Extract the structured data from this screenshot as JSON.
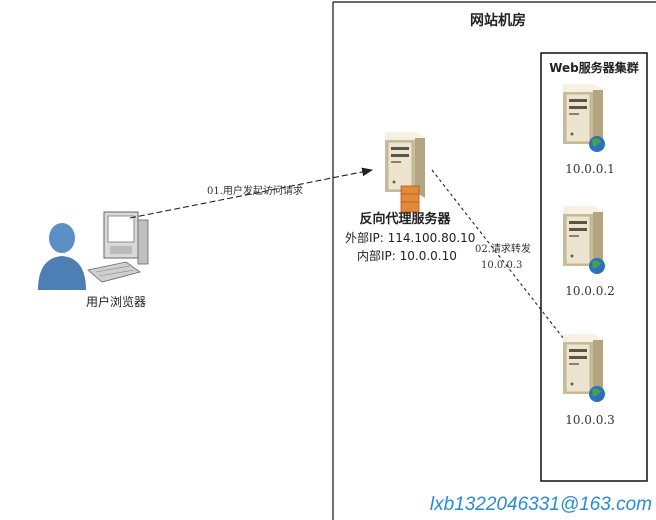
{
  "room_title": "网站机房",
  "cluster_title": "Web服务器集群",
  "client_label": "用户浏览器",
  "proxy": {
    "title": "反向代理服务器",
    "external_ip": "外部IP: 114.100.80.10",
    "internal_ip": "内部IP: 10.0.0.10"
  },
  "arrow_request": "01.用户发起访问请求",
  "arrow_forward": "02.请求转发",
  "arrow_forward_target": "10.0.0.3",
  "servers": [
    "10.0.0.1",
    "10.0.0.2",
    "10.0.0.3"
  ],
  "watermark": "lxb1322046331@163.com",
  "colors": {
    "person": "#4d7fb5",
    "server_body": "#ece4cf",
    "server_shadow": "#c9bc9a",
    "globe": "#2a6fc4",
    "firewall": "#e4893a",
    "watermark": "#2b8ad8"
  }
}
